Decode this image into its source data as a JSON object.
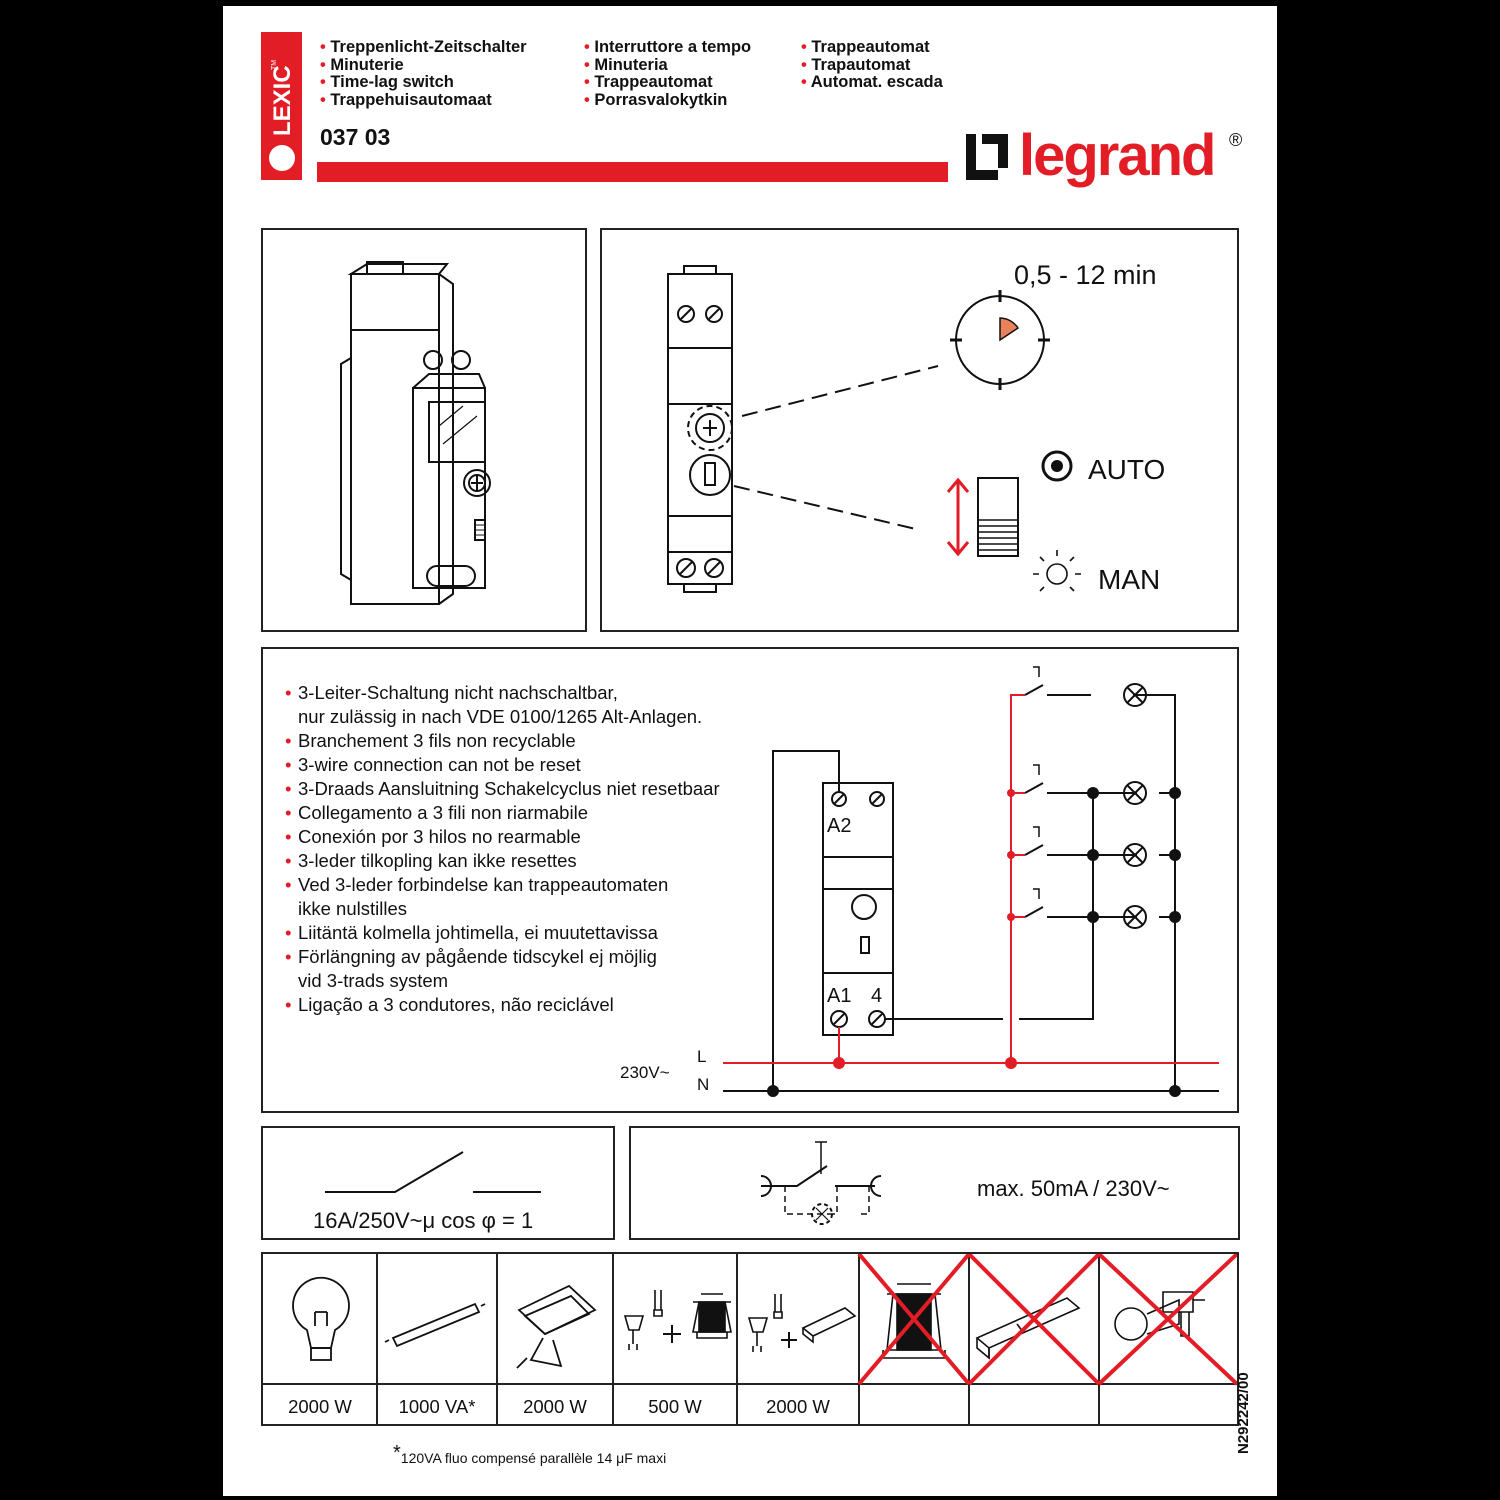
{
  "header": {
    "names_col1": [
      "Treppenlicht-Zeitschalter",
      "Minuterie",
      "Time-lag switch",
      "Trappehuisautomaat"
    ],
    "names_col2": [
      "Interruttore a tempo",
      "Minuteria",
      "Trappeautomat",
      "Porrasvalokytkin"
    ],
    "names_col3": [
      "Trappeautomat",
      "Trapautomat",
      "Automat. escada"
    ],
    "product_code": "037 03",
    "brand": "legrand",
    "reg_mark": "®",
    "sub_brand": "LEXIC",
    "accent_color": "#e31d26"
  },
  "settings": {
    "time_range": "0,5 - 12 min",
    "auto_label": "AUTO",
    "man_label": "MAN",
    "icons": [
      "timer-dial-icon",
      "mode-switch-icon",
      "auto-mode-icon",
      "manual-light-icon"
    ]
  },
  "wiring": {
    "notes": [
      "3-Leiter-Schaltung nicht nachschaltbar,",
      "nur zulässig in nach VDE 0100/1265 Alt-Anlagen.",
      "Branchement 3 fils non recyclable",
      "3-wire connection can not be reset",
      "3-Draads Aansluitning Schakelcyclus niet resetbaar",
      "Collegamento a 3 fili non riarmabile",
      "Conexión por 3 hilos no rearmable",
      "3-leder tilkopling kan ikke resettes",
      "Ved 3-leder forbindelse kan trappeautomaten",
      "ikke nulstilles",
      "Liitäntä kolmella johtimella, ei muutettavissa",
      "Förlängning av pågående tidscykel ej möjlig",
      "vid 3-trads system",
      "Ligação a 3 condutores, não reciclável"
    ],
    "terminal_a2": "A2",
    "terminal_a1": "A1",
    "terminal_4": "4",
    "line_l": "L",
    "line_n": "N",
    "supply": "230V~"
  },
  "ratings": {
    "contact": "16A/250V~μ cos φ = 1",
    "pushbutton": "max. 50mA / 230V~"
  },
  "loads": [
    {
      "icon": "incandescent-lamp-icon",
      "value": "2000 W",
      "allowed": true
    },
    {
      "icon": "fluorescent-tube-icon",
      "value": "1000 VA*",
      "allowed": true
    },
    {
      "icon": "halogen-floodlight-icon",
      "value": "2000 W",
      "allowed": true
    },
    {
      "icon": "lv-halogen-transformer-icon",
      "value": "500 W",
      "allowed": true
    },
    {
      "icon": "lv-halogen-electronic-transformer-icon",
      "value": "2000 W",
      "allowed": true
    },
    {
      "icon": "ferromagnetic-transformer-icon",
      "value": "",
      "allowed": false
    },
    {
      "icon": "fluorescent-ballast-icon",
      "value": "",
      "allowed": false
    },
    {
      "icon": "motor-drill-icon",
      "value": "",
      "allowed": false
    }
  ],
  "footnote": {
    "mark": "*",
    "text": "120VA fluo compensé parallèle 14 μF maxi"
  },
  "footer": {
    "doc_number": "N292242/00"
  }
}
